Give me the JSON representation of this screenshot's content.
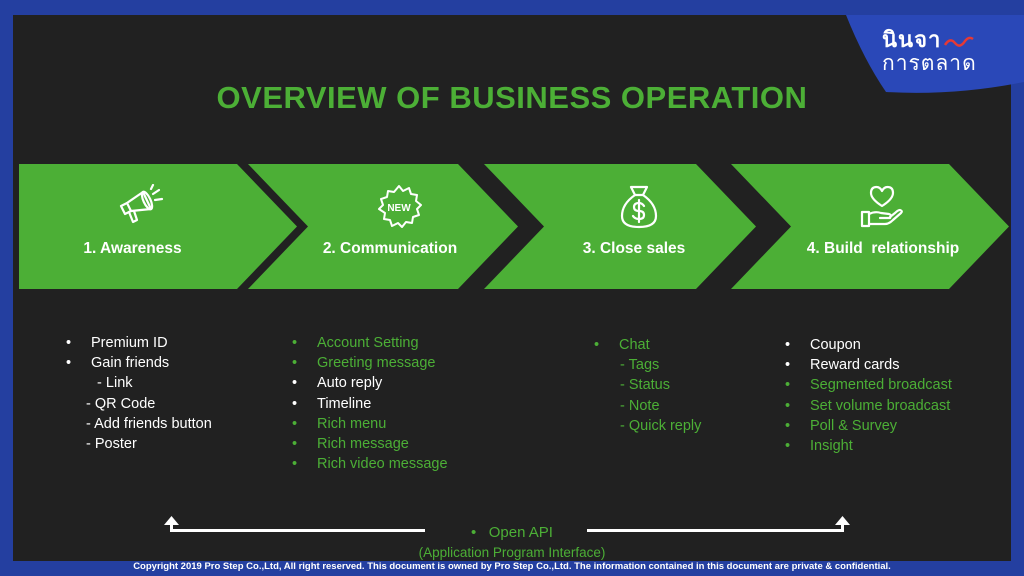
{
  "logo": {
    "line1": "นินจา",
    "line2": "การตลาด"
  },
  "title": "OVERVIEW OF BUSINESS OPERATION",
  "steps": [
    {
      "label": "1. Awareness",
      "icon": "megaphone-icon"
    },
    {
      "label": "2. Communication",
      "icon": "new-badge-icon",
      "badge_text": "NEW"
    },
    {
      "label": "3. Close sales",
      "icon": "money-bag-icon"
    },
    {
      "label": "4. Build  relationship",
      "icon": "heart-hand-icon"
    }
  ],
  "columns": {
    "awareness": [
      {
        "text": "Premium ID",
        "bullet": true
      },
      {
        "text": "Gain friends",
        "bullet": true
      },
      {
        "text": "  - Link",
        "bullet": false
      },
      {
        "text": " - QR Code",
        "bullet": false
      },
      {
        "text": " - Add friends button",
        "bullet": false
      },
      {
        "text": " - Poster",
        "bullet": false
      }
    ],
    "communication": [
      {
        "text": "Account Setting",
        "bullet": true
      },
      {
        "text": "Greeting message",
        "bullet": true
      },
      {
        "text": "Auto reply",
        "bullet": true
      },
      {
        "text": "Timeline",
        "bullet": true
      },
      {
        "text": "Rich menu",
        "bullet": true
      },
      {
        "text": "Rich message",
        "bullet": true
      },
      {
        "text": "Rich video message",
        "bullet": true
      }
    ],
    "close_sales": [
      {
        "text": "Chat",
        "bullet": true
      },
      {
        "text": " - Tags",
        "bullet": false
      },
      {
        "text": " - Status",
        "bullet": false
      },
      {
        "text": " - Note",
        "bullet": false
      },
      {
        "text": " - Quick reply",
        "bullet": false
      }
    ],
    "relationship": [
      {
        "text": "Coupon",
        "bullet": true
      },
      {
        "text": "Reward cards",
        "bullet": true
      },
      {
        "text": "Segmented broadcast",
        "bullet": true
      },
      {
        "text": "Set volume broadcast",
        "bullet": true
      },
      {
        "text": "Poll & Survey",
        "bullet": true
      },
      {
        "text": "Insight",
        "bullet": true
      }
    ]
  },
  "api": {
    "label": "Open API",
    "sublabel": "(Application Program Interface)"
  },
  "footer": "Copyright 2019 Pro Step Co.,Ltd, All right reserved. This document is owned by Pro Step Co.,Ltd. The information contained in this document are private & confidential.",
  "colors": {
    "green": "#4caf36",
    "slide_bg": "#212121",
    "frame_blue": "#243fa0",
    "logo_red": "#e53935"
  }
}
